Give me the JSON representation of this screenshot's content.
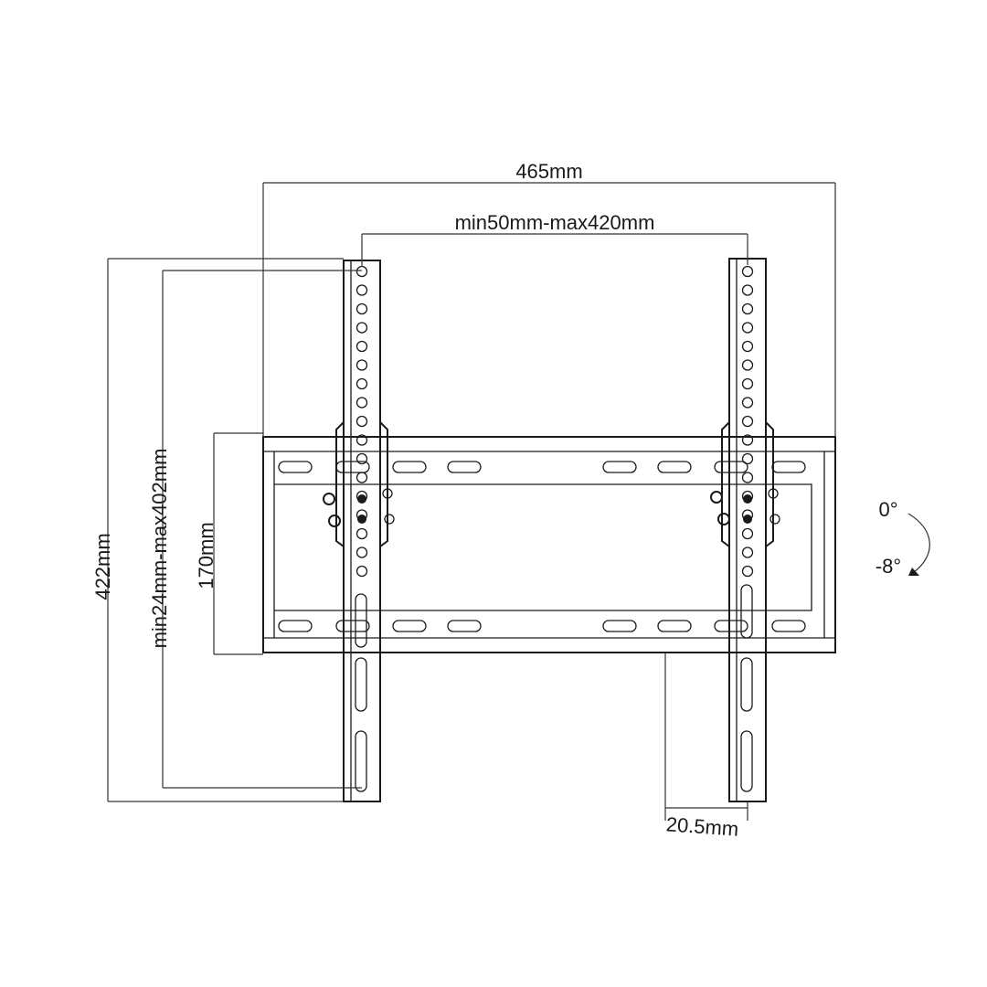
{
  "dimensions": {
    "overall_width": "465mm",
    "hole_spacing": "min50mm-max420mm",
    "overall_height": "422mm",
    "vertical_spacing": "min24mm-max402mm",
    "plate_height": "170mm",
    "wall_distance": "20.5mm"
  },
  "tilt": {
    "angle_top": "0°",
    "angle_bottom": "-8°"
  },
  "colors": {
    "line": "#1a1a1a",
    "background": "#ffffff"
  }
}
